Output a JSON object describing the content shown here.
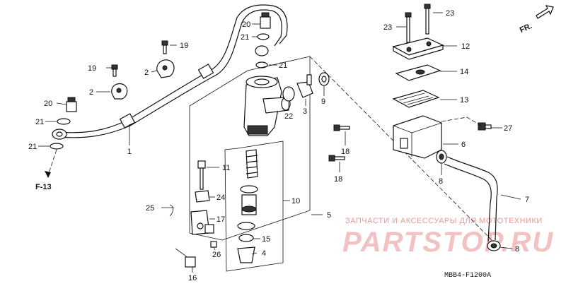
{
  "diagram": {
    "watermark_line": "ЗАПЧАСТИ И АКСЕССУАРЫ ДЛЯ МОТОТЕХНИКИ",
    "watermark_logo": "PARTSTOP.RU",
    "drawing_code": "MBB4-F1200A",
    "direction_label": "FR.",
    "frame_ref": "F-13",
    "callouts": {
      "c1": "1",
      "c2a": "2",
      "c2b": "2",
      "c3": "3",
      "c4": "4",
      "c5": "5",
      "c6": "6",
      "c7": "7",
      "c8a": "8",
      "c8b": "8",
      "c9": "9",
      "c10": "10",
      "c11": "11",
      "c12": "12",
      "c13": "13",
      "c14": "14",
      "c15": "15",
      "c16": "16",
      "c17": "17",
      "c18a": "18",
      "c18b": "18",
      "c19a": "19",
      "c19b": "19",
      "c20a": "20",
      "c20b": "20",
      "c21a": "21",
      "c21b": "21",
      "c21c": "21",
      "c21d": "21",
      "c22": "22",
      "c23a": "23",
      "c23b": "23",
      "c24": "24",
      "c25": "25",
      "c26": "26",
      "c27": "27"
    }
  }
}
